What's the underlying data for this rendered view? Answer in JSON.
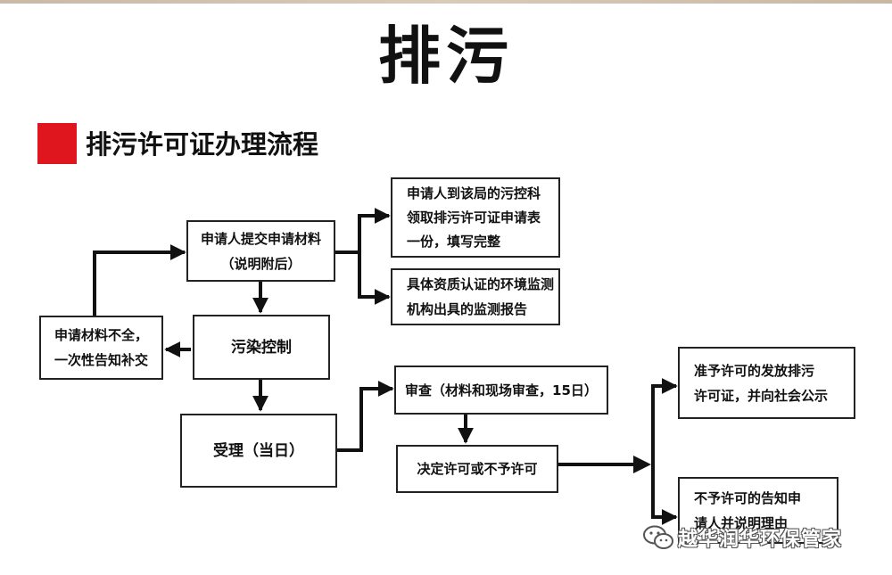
{
  "title": "排污",
  "section_title": "排污许可证办理流程",
  "nodes": {
    "submit": [
      "申请人提交申请材料",
      "（说明附后）"
    ],
    "form": [
      "申请人到该局的污控科",
      "领取排污许可证申请表",
      "一份，填写完整"
    ],
    "report": [
      "具体资质认证的环境监测",
      "机构出具的监测报告"
    ],
    "incomplete": [
      "申请材料不全，",
      "一次性告知补交"
    ],
    "pollution_control": "污染控制",
    "accept": "受理（当日）",
    "review": "审查（材料和现场审查，15日）",
    "decide": "决定许可或不予许可",
    "grant": [
      "准予许可的发放排污",
      "许可证，并向社会公示"
    ],
    "deny": [
      "不予许可的告知申",
      "请人并说明理由"
    ]
  },
  "watermark": "越华润华环保管家",
  "colors": {
    "accent": "#e0161e",
    "line": "#111111"
  }
}
